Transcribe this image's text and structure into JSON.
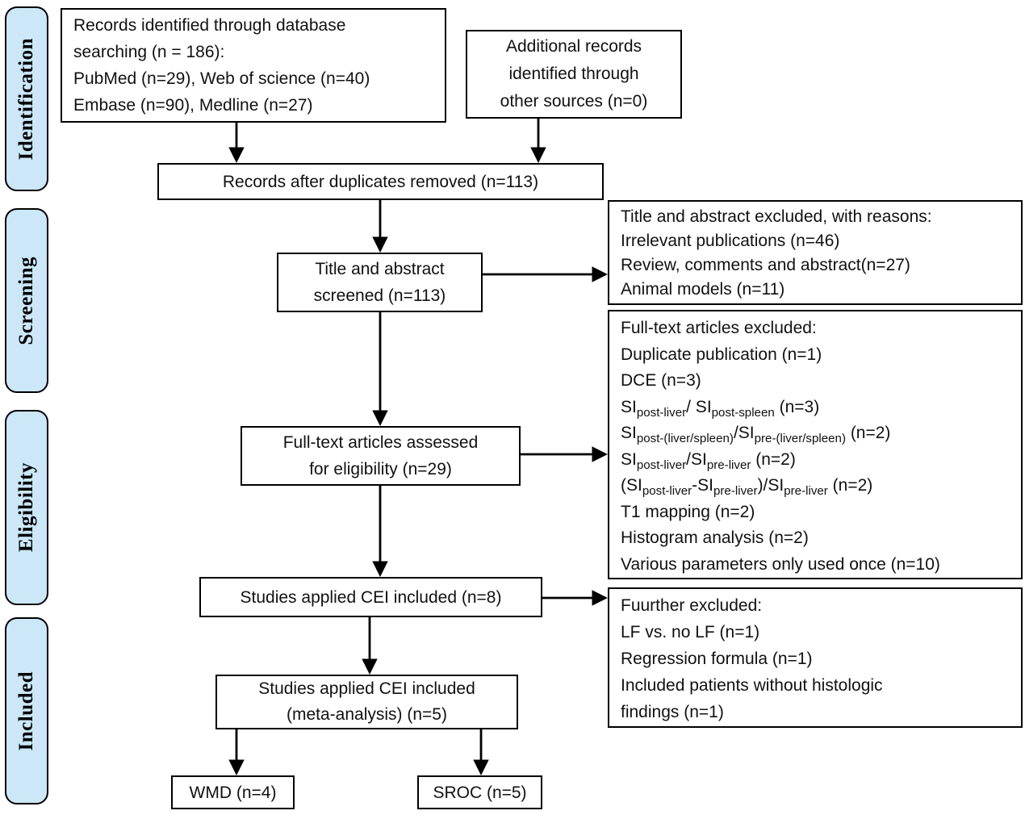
{
  "accent": {
    "sidebar_fill": "#cbe7f8",
    "line_color": "#000000"
  },
  "sidebar": {
    "labels": [
      "Identification",
      "Screening",
      "Eligibility",
      "Included"
    ]
  },
  "flow": {
    "identified": {
      "lines": [
        "Records identified through database",
        "searching (n = 186):",
        "PubMed (n=29), Web of science (n=40)",
        "Embase (n=90), Medline (n=27)"
      ]
    },
    "additional": {
      "lines": [
        "Additional records",
        "identified through",
        "other sources (n=0)"
      ]
    },
    "duplicates_removed": {
      "text": "Records after duplicates removed (n=113)"
    },
    "title_abstract_screened": {
      "lines": [
        "Title and abstract",
        "screened (n=113)"
      ]
    },
    "title_abstract_excluded": {
      "lines": [
        "Title and abstract excluded, with reasons:",
        "Irrelevant publications (n=46)",
        "Review, comments and abstract(n=27)",
        "Animal models (n=11)"
      ]
    },
    "fulltext_assessed": {
      "lines": [
        "Full-text articles assessed",
        "for eligibility (n=29)"
      ]
    },
    "fulltext_excluded": {
      "lines": [
        "Full-text articles excluded:",
        "Duplicate publication (n=1)",
        "DCE (n=3)",
        [
          {
            "t": "SI"
          },
          {
            "s": "post-liver"
          },
          {
            "t": "/ SI"
          },
          {
            "s": "post-spleen"
          },
          {
            "t": " (n=3)"
          }
        ],
        [
          {
            "t": "SI"
          },
          {
            "s": "post-(liver/spleen)"
          },
          {
            "t": "/SI"
          },
          {
            "s": "pre-(liver/spleen)"
          },
          {
            "t": " (n=2)"
          }
        ],
        [
          {
            "t": "SI"
          },
          {
            "s": "post-liver"
          },
          {
            "t": "/SI"
          },
          {
            "s": "pre-liver"
          },
          {
            "t": " (n=2)"
          }
        ],
        [
          {
            "t": "(SI"
          },
          {
            "s": "post-liver"
          },
          {
            "t": "-SI"
          },
          {
            "s": "pre-liver"
          },
          {
            "t": ")/SI"
          },
          {
            "s": "pre-liver"
          },
          {
            "t": " (n=2)"
          }
        ],
        "T1 mapping (n=2)",
        "Histogram analysis (n=2)",
        "Various parameters only used once (n=10)"
      ]
    },
    "cei_included": {
      "text": "Studies applied CEI included (n=8)"
    },
    "further_excluded": {
      "lines": [
        "Fuurther excluded:",
        "LF vs. no LF (n=1)",
        "Regression formula (n=1)",
        "Included patients without histologic",
        "findings  (n=1)"
      ]
    },
    "meta_analysis": {
      "lines": [
        "Studies applied CEI included",
        "(meta-analysis) (n=5)"
      ]
    },
    "wmd": {
      "text": "WMD (n=4)"
    },
    "sroc": {
      "text": "SROC (n=5)"
    }
  }
}
